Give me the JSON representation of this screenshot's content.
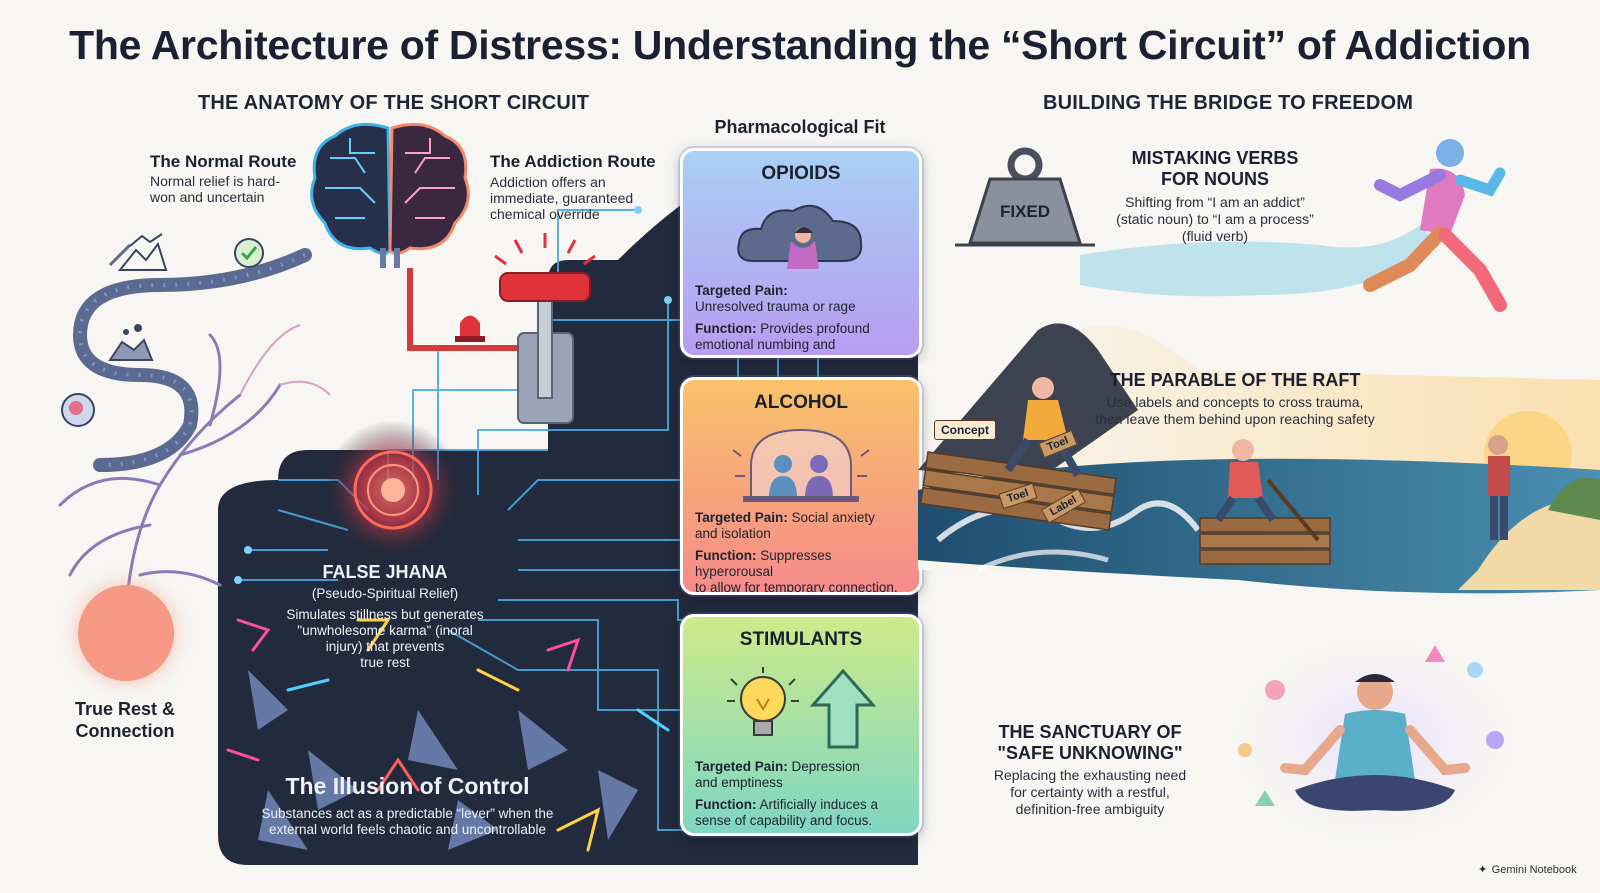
{
  "title": "The Architecture of Distress: Understanding the “Short Circuit” of Addiction",
  "left_section": {
    "heading": "THE ANATOMY OF THE SHORT CIRCUIT",
    "normal_route": {
      "title": "The Normal Route",
      "desc_line1": "Normal relief is hard-",
      "desc_line2": "won and uncertain"
    },
    "addiction_route": {
      "title": "The Addiction Route",
      "desc_line1": "Addiction offers an",
      "desc_line2": "immediate, guaranteed",
      "desc_line3": "chemical override"
    },
    "true_rest": {
      "line1": "True Rest &",
      "line2": "Connection"
    },
    "false_jhana": {
      "title": "FALSE JHANA",
      "subtitle": "(Pseudo-Spiritual Relief)",
      "desc_line1": "Simulates stillness but generates",
      "desc_line2": "\"unwholesome karma\" (inoral",
      "desc_line3": "injury) that prevents",
      "desc_line4": "true rest"
    },
    "illusion": {
      "title": "The Illusion of Control",
      "desc_line1": "Substances act as a predictable “lever” when the",
      "desc_line2": "external world feels chaotic and uncontrollable"
    }
  },
  "pharmacological": {
    "heading": "Pharmacological Fit",
    "cards": [
      {
        "title": "OPIOIDS",
        "pain_label": "Targeted Pain:",
        "pain_text": "Unresolved trauma or rage",
        "function_label": "Function:",
        "function_text_line1": "Provides profound",
        "function_text_line2": "emotional numbing and containment.",
        "color_top": "#a9d0f5",
        "color_bottom": "#b79df0"
      },
      {
        "title": "ALCOHOL",
        "pain_label": "Targeted Pain:",
        "pain_text": "Social anxiety",
        "pain_text_line2": "and isolation",
        "function_label": "Function:",
        "function_text_line1": "Suppresses hyperorousal",
        "function_text_line2": "to allow for temporary connection.",
        "color_top": "#f9c26a",
        "color_bottom": "#f58a8a"
      },
      {
        "title": "STIMULANTS",
        "pain_label": "Targeted Pain:",
        "pain_text": "Depression",
        "pain_text_line2": "and emptiness",
        "function_label": "Function:",
        "function_text_line1": "Artificially induces a",
        "function_text_line2": "sense of capability and focus.",
        "color_top": "#cdeb8a",
        "color_bottom": "#7fd6c2"
      }
    ]
  },
  "right_section": {
    "heading": "BUILDING THE BRIDGE TO FREEDOM",
    "weight_label": "FIXED",
    "verbs": {
      "title_line1": "MISTAKING VERBS",
      "title_line2": "FOR NOUNS",
      "desc_line1": "Shifting from “I am an addict”",
      "desc_line2": "(static noun) to “I am a process”",
      "desc_line3": "(fluid verb)"
    },
    "raft": {
      "title": "THE PARABLE OF THE RAFT",
      "desc_line1": "Use labels and concepts to cross trauma,",
      "desc_line2": "then leave them behind upon reaching safety",
      "tag_concept": "Concept",
      "tag_toel1": "Toel",
      "tag_toel2": "Toel",
      "tag_label": "Label"
    },
    "sanctuary": {
      "title_line1": "THE SANCTUARY OF",
      "title_line2": "\"SAFE UNKNOWING\"",
      "desc_line1": "Replacing the exhausting need",
      "desc_line2": "for certainty with a restful,",
      "desc_line3": "definition-free ambiguity"
    }
  },
  "footer": {
    "brand": "Gemini Notebook"
  },
  "colors": {
    "panel": "#1f2538",
    "circuit_blue": "#5ab8e8",
    "red": "#e0323b",
    "sea": "#24577a"
  }
}
